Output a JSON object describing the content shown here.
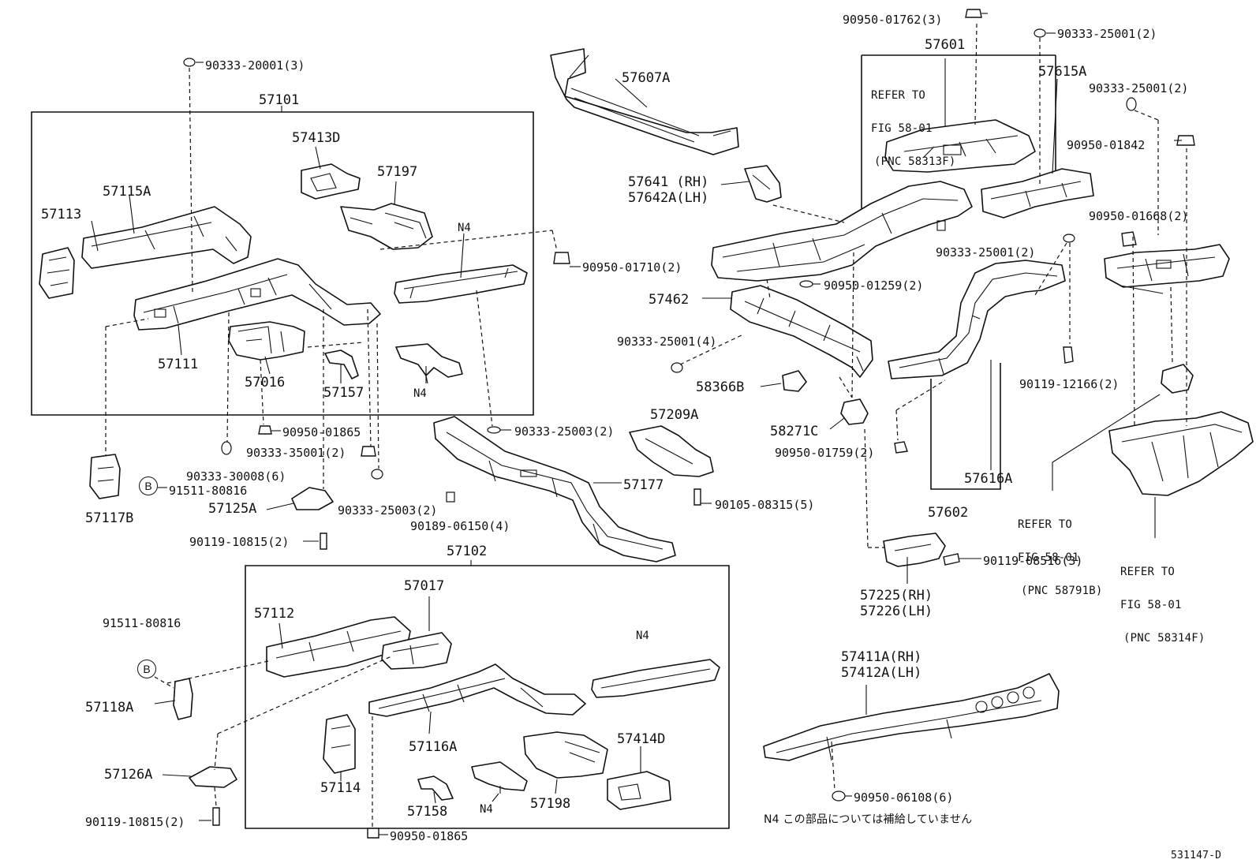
{
  "diagram": {
    "part_labels": [
      {
        "text": "90333-20001(3)"
      },
      {
        "text": "57101"
      },
      {
        "text": "57413D"
      },
      {
        "text": "57197"
      },
      {
        "text": "57115A"
      },
      {
        "text": "57113"
      },
      {
        "text": "N4"
      },
      {
        "text": "57111"
      },
      {
        "text": "57016"
      },
      {
        "text": "57157"
      },
      {
        "text": "N4"
      },
      {
        "text": "90950-01710(2)"
      },
      {
        "text": "57607A"
      },
      {
        "text": "57641 (RH)"
      },
      {
        "text": "57642A(LH)"
      },
      {
        "text": "90950-01762(3)"
      },
      {
        "text": "57601"
      },
      {
        "text": "90333-25001(2)"
      },
      {
        "text": "57615A"
      },
      {
        "text": "90333-25001(2)"
      },
      {
        "text": "90950-01842"
      },
      {
        "text": "90950-01668(2)"
      },
      {
        "text": "90333-25001(2)"
      },
      {
        "text": "90950-01259(2)"
      },
      {
        "text": "57462"
      },
      {
        "text": "90333-25001(4)"
      },
      {
        "text": "58366B"
      },
      {
        "text": "58271C"
      },
      {
        "text": "90950-01759(2)"
      },
      {
        "text": "90119-12166(2)"
      },
      {
        "text": "57616A"
      },
      {
        "text": "57602"
      },
      {
        "text": "90950-01865"
      },
      {
        "text": "90333-35001(2)"
      },
      {
        "text": "90333-30008(6)"
      },
      {
        "text": "91511-80816"
      },
      {
        "text": "57117B"
      },
      {
        "text": "57125A"
      },
      {
        "text": "90333-25003(2)"
      },
      {
        "text": "90119-10815(2)"
      },
      {
        "text": "90333-25003(2)"
      },
      {
        "text": "57209A"
      },
      {
        "text": "57177"
      },
      {
        "text": "90189-06150(4)"
      },
      {
        "text": "90105-08315(5)"
      },
      {
        "text": "90119-08516(3)"
      },
      {
        "text": "57225(RH)"
      },
      {
        "text": "57226(LH)"
      },
      {
        "text": "57102"
      },
      {
        "text": "57017"
      },
      {
        "text": "57112"
      },
      {
        "text": "91511-80816"
      },
      {
        "text": "N4"
      },
      {
        "text": "57118A"
      },
      {
        "text": "57116A"
      },
      {
        "text": "57414D"
      },
      {
        "text": "57126A"
      },
      {
        "text": "57114"
      },
      {
        "text": "57158"
      },
      {
        "text": "N4"
      },
      {
        "text": "57198"
      },
      {
        "text": "90119-10815(2)"
      },
      {
        "text": "90950-01865"
      },
      {
        "text": "57411A(RH)"
      },
      {
        "text": "57412A(LH)"
      },
      {
        "text": "90950-06108(6)"
      }
    ],
    "refer_notes": [
      {
        "lines": [
          "REFER TO",
          "FIG 58-01",
          "(PNC 58313F)"
        ]
      },
      {
        "lines": [
          "REFER TO",
          "FIG 58-01",
          "(PNC 58791B)"
        ]
      },
      {
        "lines": [
          "REFER TO",
          "FIG 58-01",
          "(PNC 58314F)"
        ]
      }
    ],
    "badges": [
      {
        "text": "B"
      },
      {
        "text": "B"
      }
    ],
    "footnote": "N4 この部品については補給していません",
    "figure_code": "531147-D"
  }
}
